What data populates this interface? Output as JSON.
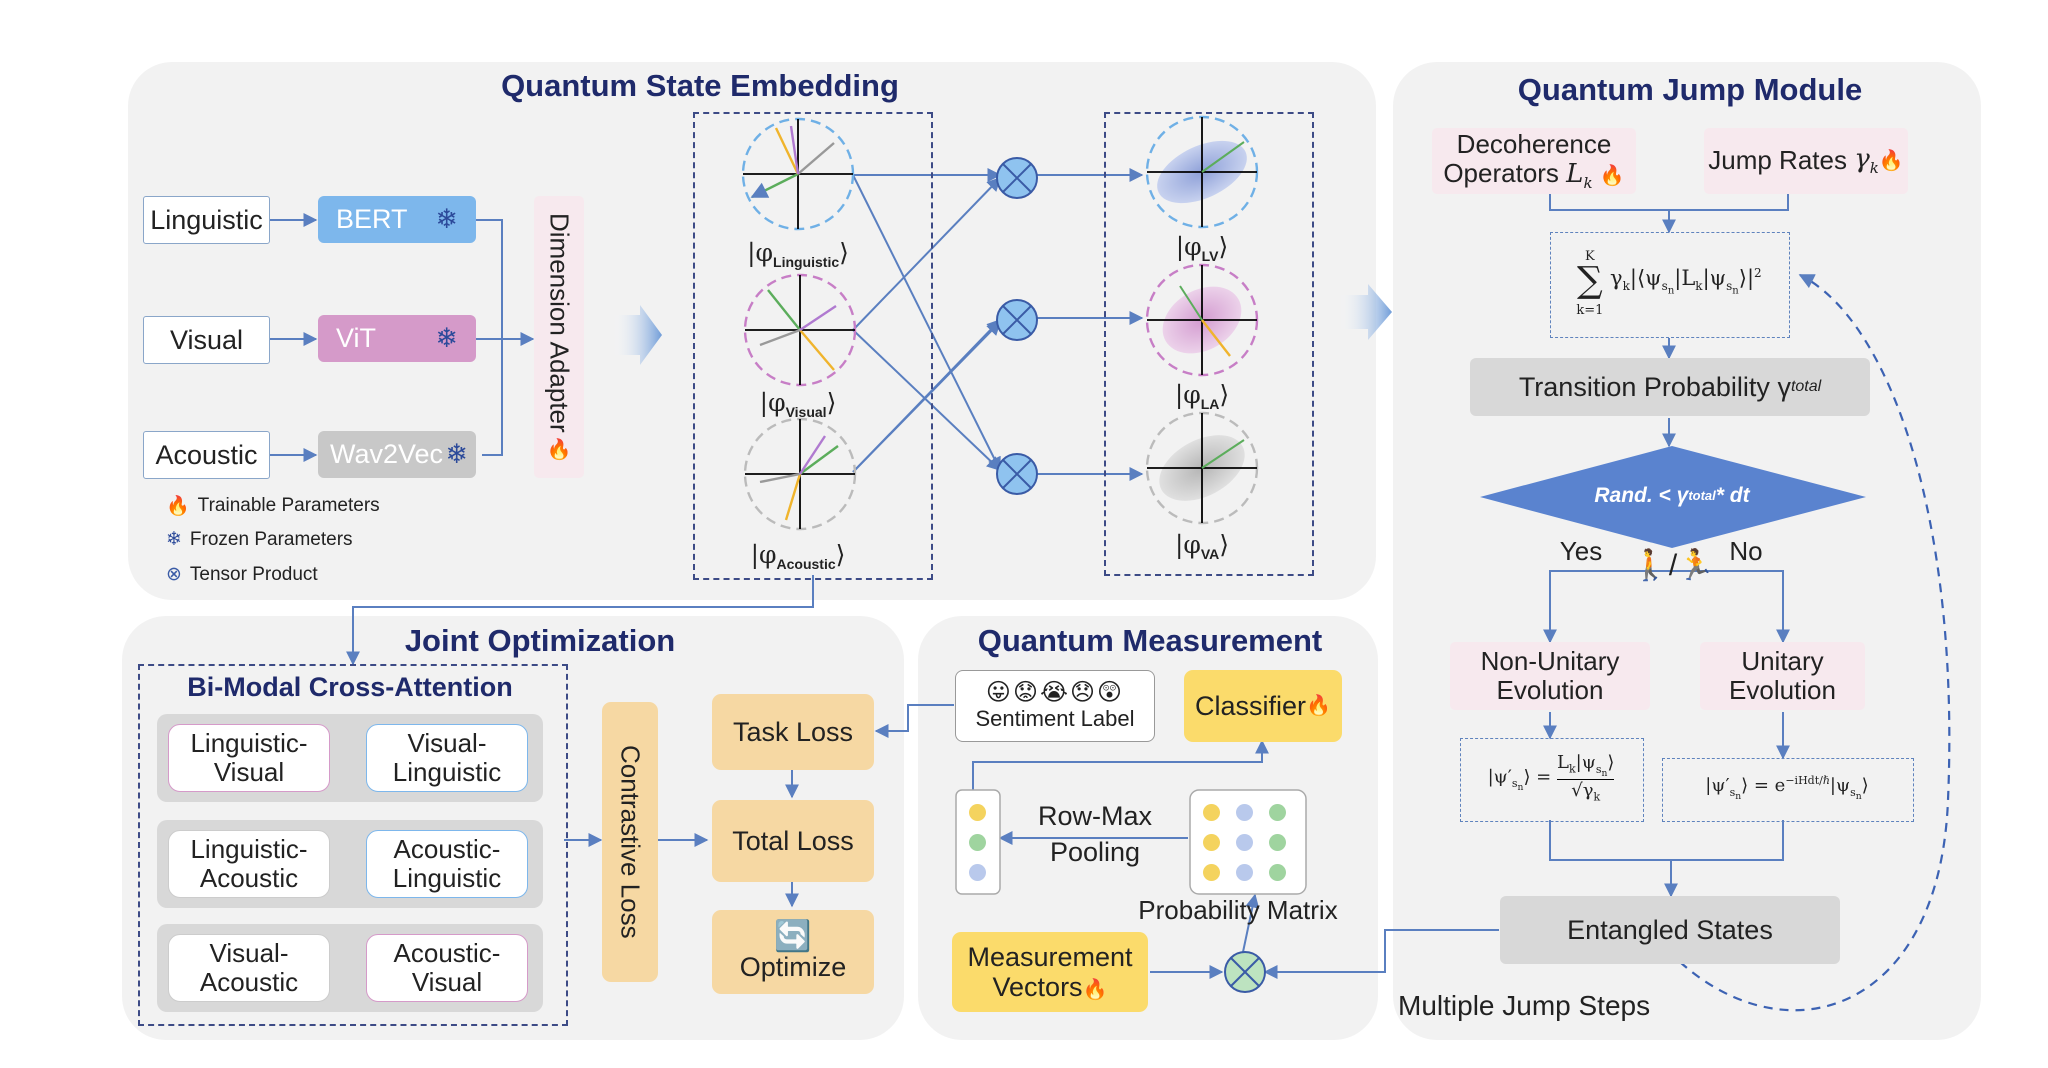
{
  "titles": {
    "embedding": "Quantum State Embedding",
    "jump": "Quantum Jump Module",
    "joint": "Joint Optimization",
    "measurement": "Quantum Measurement",
    "crossattn": "Bi-Modal Cross-Attention"
  },
  "inputs": [
    "Linguistic",
    "Visual",
    "Acoustic"
  ],
  "encoders": [
    "BERT",
    "ViT",
    "Wav2Vec"
  ],
  "adapter": "Dimension Adapter",
  "legend": {
    "trainable": "Trainable Parameters",
    "frozen": "Frozen Parameters",
    "tensor": "Tensor Product"
  },
  "single_kets": [
    "Linguistic",
    "Visual",
    "Acoustic"
  ],
  "pair_kets": [
    "LV",
    "LA",
    "VA"
  ],
  "jump": {
    "decoherence_line1": "Decoherence",
    "decoherence_line2": "Operators",
    "jump_rates": "Jump Rates",
    "transition": "Transition Probability",
    "transition_sym": "γ",
    "transition_sub": "total",
    "decision": "Rand. < γ",
    "decision_sub": "total",
    "decision_tail": "* dt",
    "yes": "Yes",
    "no": "No",
    "non_unitary_1": "Non-Unitary",
    "non_unitary_2": "Evolution",
    "unitary_1": "Unitary",
    "unitary_2": "Evolution",
    "entangled": "Entangled States",
    "steps": "Multiple Jump Steps"
  },
  "crossattn_pairs": [
    [
      "Linguistic-",
      "Visual"
    ],
    [
      "Visual-",
      "Linguistic"
    ],
    [
      "Linguistic-",
      "Acoustic"
    ],
    [
      "Acoustic-",
      "Linguistic"
    ],
    [
      "Visual-",
      "Acoustic"
    ],
    [
      "Acoustic-",
      "Visual"
    ]
  ],
  "losses": {
    "contrastive": "Contrastive Loss",
    "task": "Task Loss",
    "total": "Total Loss",
    "optimize": "Optimize"
  },
  "measurement": {
    "sentiment": "Sentiment Label",
    "emojis": [
      "😛",
      "😟",
      "😭",
      "😞",
      "😲"
    ],
    "classifier": "Classifier",
    "rowmax_1": "Row-Max",
    "rowmax_2": "Pooling",
    "probmatrix": "Probability Matrix",
    "measvec_1": "Measurement",
    "measvec_2": "Vectors"
  },
  "colors": {
    "title": "#1f2a6b",
    "bert": "#7db7ec",
    "vit": "#d59ac9",
    "wav2vec": "#c8c8c8",
    "decision": "#5a83cf",
    "fire": "#e24a1a",
    "snow": "#2c4a9a",
    "arrow": "#5a7fc0"
  }
}
